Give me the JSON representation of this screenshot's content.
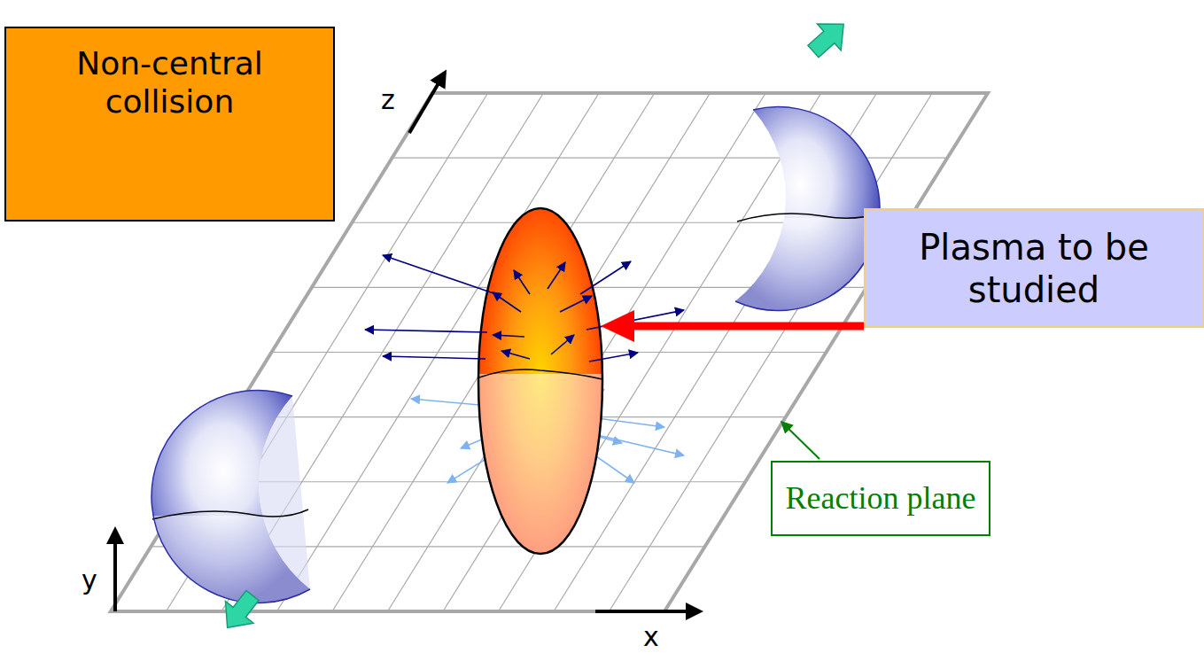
{
  "diagram": {
    "nodes": [
      {
        "text": [
          "Non-central collision"
        ]
      },
      {
        "text": [
          "Plasma to be studied"
        ]
      },
      {
        "text": [
          "Reaction plane"
        ]
      }
    ],
    "labels": [
      "z",
      "y",
      "x"
    ]
  }
}
